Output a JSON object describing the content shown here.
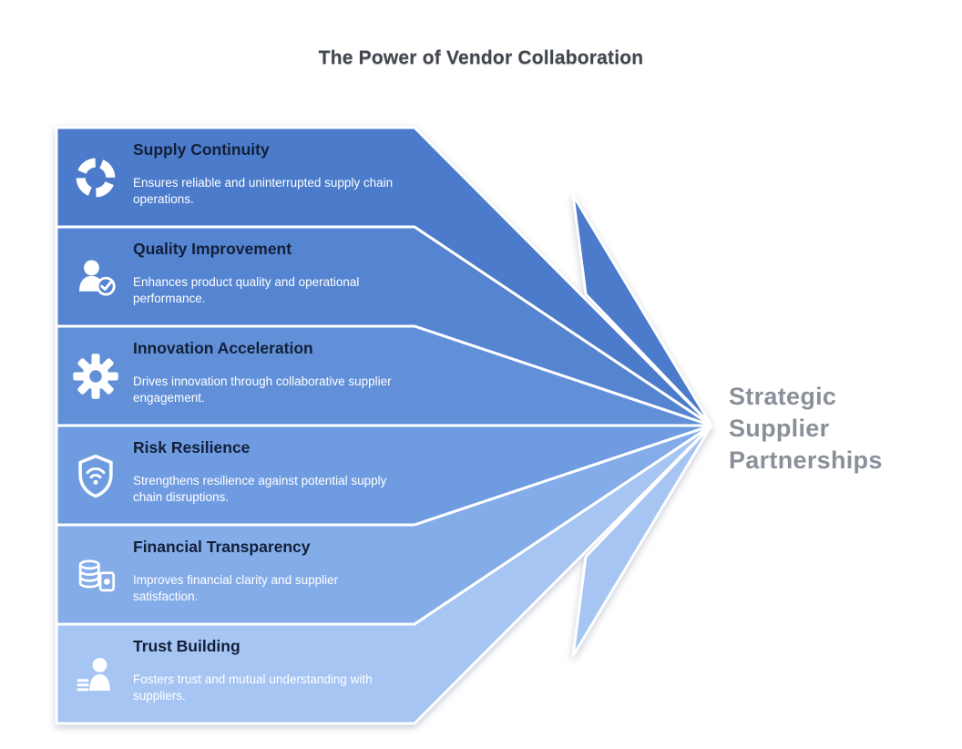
{
  "title": "The Power of Vendor Collaboration",
  "result": {
    "lines": [
      "Strategic",
      "Supplier",
      "Partnerships"
    ],
    "color": "#8a9099"
  },
  "title_color": "#41464f",
  "bands": [
    {
      "heading": "Supply Continuity",
      "description": "Ensures reliable and uninterrupted supply chain operations.",
      "icon": "lifebuoy-icon",
      "color": "#4b7bca"
    },
    {
      "heading": "Quality Improvement",
      "description": "Enhances product quality and operational performance.",
      "icon": "user-check-icon",
      "color": "#5584d1"
    },
    {
      "heading": "Innovation Acceleration",
      "description": "Drives innovation through collaborative supplier engagement.",
      "icon": "gear-icon",
      "color": "#6190d8"
    },
    {
      "heading": "Risk Resilience",
      "description": "Strengthens resilience against potential supply chain disruptions.",
      "icon": "shield-wifi-icon",
      "color": "#6f9ce1"
    },
    {
      "heading": "Financial Transparency",
      "description": "Improves financial clarity and supplier satisfaction.",
      "icon": "coins-card-icon",
      "color": "#84ace9"
    },
    {
      "heading": "Trust Building",
      "description": "Fosters trust and mutual understanding with suppliers.",
      "icon": "trust-icon",
      "color": "#a6c5f3"
    }
  ]
}
